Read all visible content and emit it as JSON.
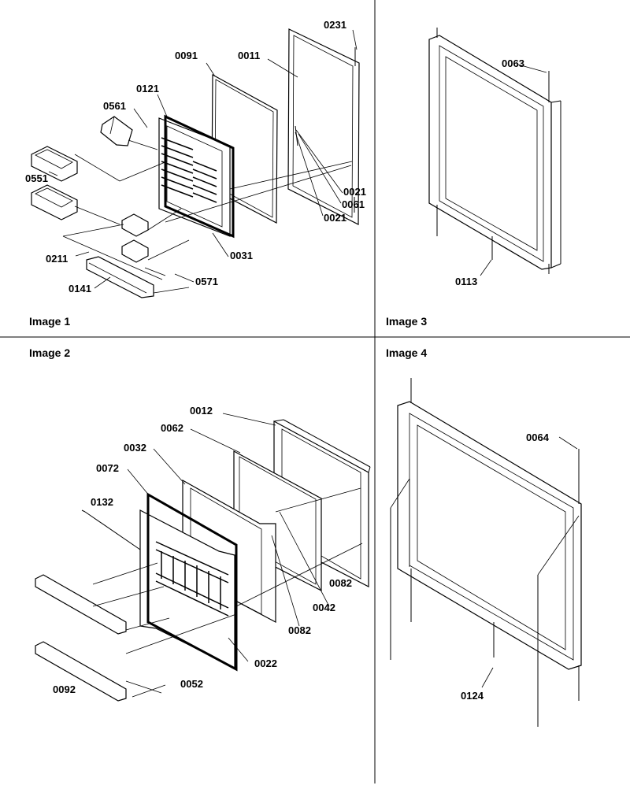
{
  "quadrants": [
    {
      "caption": "Image 1",
      "callouts": [
        {
          "label": "0231"
        },
        {
          "label": "0091"
        },
        {
          "label": "0011"
        },
        {
          "label": "0121"
        },
        {
          "label": "0561"
        },
        {
          "label": "0551"
        },
        {
          "label": "0021"
        },
        {
          "label": "0061"
        },
        {
          "label": "0021"
        },
        {
          "label": "0211"
        },
        {
          "label": "0031"
        },
        {
          "label": "0141"
        },
        {
          "label": "0571"
        }
      ]
    },
    {
      "caption": "Image 2",
      "callouts": [
        {
          "label": "0012"
        },
        {
          "label": "0062"
        },
        {
          "label": "0032"
        },
        {
          "label": "0072"
        },
        {
          "label": "0132"
        },
        {
          "label": "0082"
        },
        {
          "label": "0042"
        },
        {
          "label": "0082"
        },
        {
          "label": "0022"
        },
        {
          "label": "0092"
        },
        {
          "label": "0052"
        }
      ]
    },
    {
      "caption": "Image 3",
      "callouts": [
        {
          "label": "0063"
        },
        {
          "label": "0113"
        }
      ]
    },
    {
      "caption": "Image 4",
      "callouts": [
        {
          "label": "0064"
        },
        {
          "label": "0124"
        }
      ]
    }
  ]
}
